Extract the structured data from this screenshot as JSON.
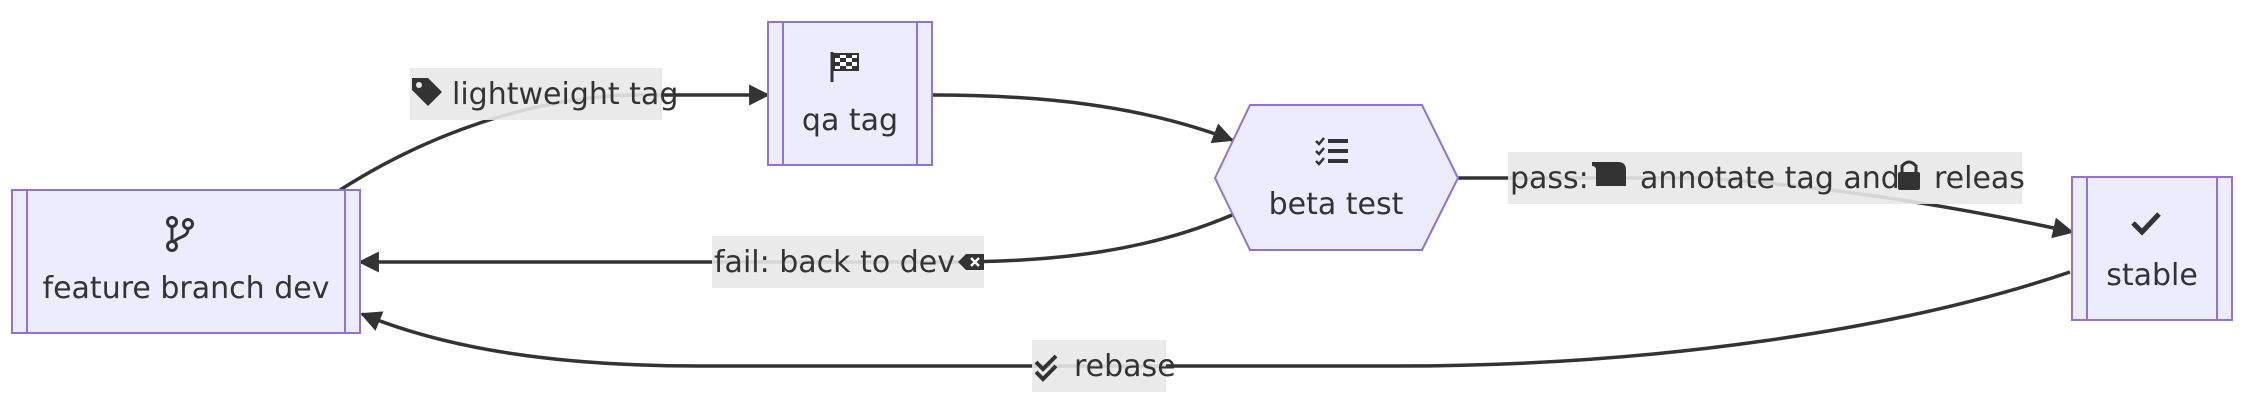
{
  "nodes": {
    "feature_branch_dev": {
      "label": "feature branch dev",
      "icon": "code-branch-icon"
    },
    "qa_tag": {
      "label": "qa tag",
      "icon": "flag-checkered-icon"
    },
    "beta_test": {
      "label": "beta test",
      "icon": "list-check-icon"
    },
    "stable": {
      "label": "stable",
      "icon": "check-icon"
    }
  },
  "edges": {
    "lightweight_tag": {
      "label": "lightweight tag",
      "icon": "tag-icon"
    },
    "pass": {
      "label_prefix": "pass:",
      "label_mid": "annotate tag and",
      "label_suffix": "releas",
      "icons": [
        "scroll-icon",
        "lock-icon"
      ]
    },
    "fail": {
      "label": "fail: back to dev",
      "icon": "delete-left-icon"
    },
    "rebase": {
      "label": "rebase",
      "icon": "check-double-icon"
    }
  },
  "colors": {
    "node_fill": "#ECECFF",
    "node_stroke": "#9370DB",
    "edge": "#333333",
    "edge_label_bg": "#E8E8E8",
    "text": "#333333"
  }
}
